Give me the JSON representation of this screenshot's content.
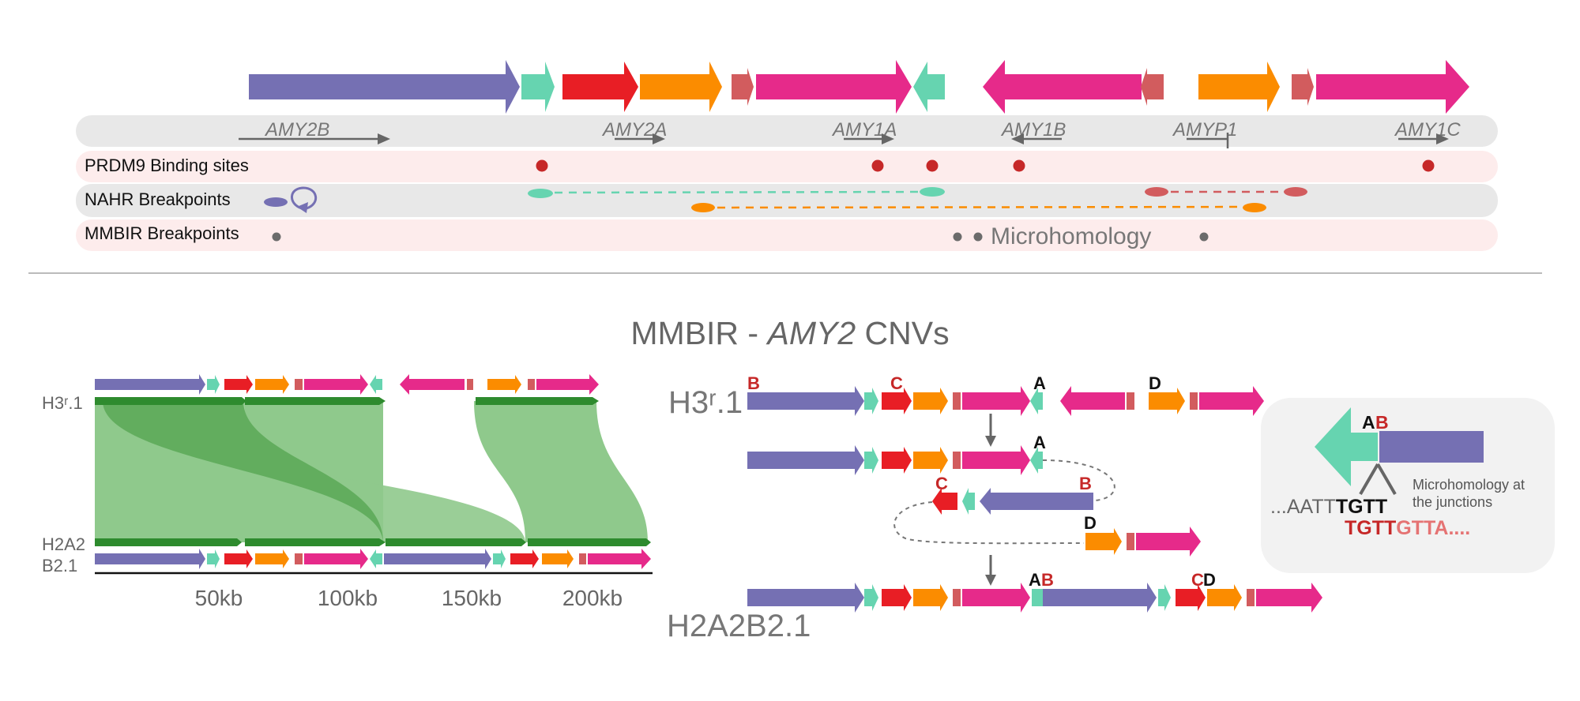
{
  "colors": {
    "purple": "#7570b3",
    "teal": "#66d4b0",
    "red": "#e81e25",
    "orange": "#fb8c00",
    "salmon": "#d25c5e",
    "pink": "#e62a8a",
    "darkgreen": "#2e8b2e",
    "ribbon_light": "#8fc98c",
    "ribbon_dark": "#5aa856",
    "band_gray": "#e8e8e8",
    "band_pink": "#fdecec",
    "label_gray": "#777777",
    "bp_red": "#c62828",
    "bp_gray": "#6b6b6b"
  },
  "top_panel": {
    "gene_labels": [
      "AMY2B",
      "AMY2A",
      "AMY1A",
      "AMY1B",
      "AMYP1",
      "AMY1C"
    ],
    "track_labels": {
      "prdm9": "PRDM9 Binding sites",
      "nahr": "NAHR Breakpoints",
      "mmbir": "MMBIR Breakpoints"
    },
    "microhomology_label": "Microhomology"
  },
  "bottom_title": {
    "prefix": "MMBIR - ",
    "gene": "AMY2",
    "suffix": " CNVs"
  },
  "left_panel": {
    "top_hap_label": "H3ʳ.1",
    "bottom_hap_label_1": "H2A2",
    "bottom_hap_label_2": "B2.1",
    "axis_ticks": [
      "50kb",
      "100kb",
      "150kb",
      "200kb"
    ]
  },
  "right_panel": {
    "top_label": "H3ʳ.1",
    "bottom_label": "H2A2B2.1",
    "junction_letters": {
      "a": "A",
      "b": "B",
      "c": "C",
      "d": "D"
    },
    "inset": {
      "junction_label_a": "A",
      "junction_label_b": "B",
      "text_line1": "Microhomology at",
      "text_line2": "the junctions",
      "seq_top_prefix": "...AATT",
      "seq_top_bold": "TGTT",
      "seq_bottom_bold": "TGTT",
      "seq_bottom_rest": "GTTA...."
    }
  }
}
